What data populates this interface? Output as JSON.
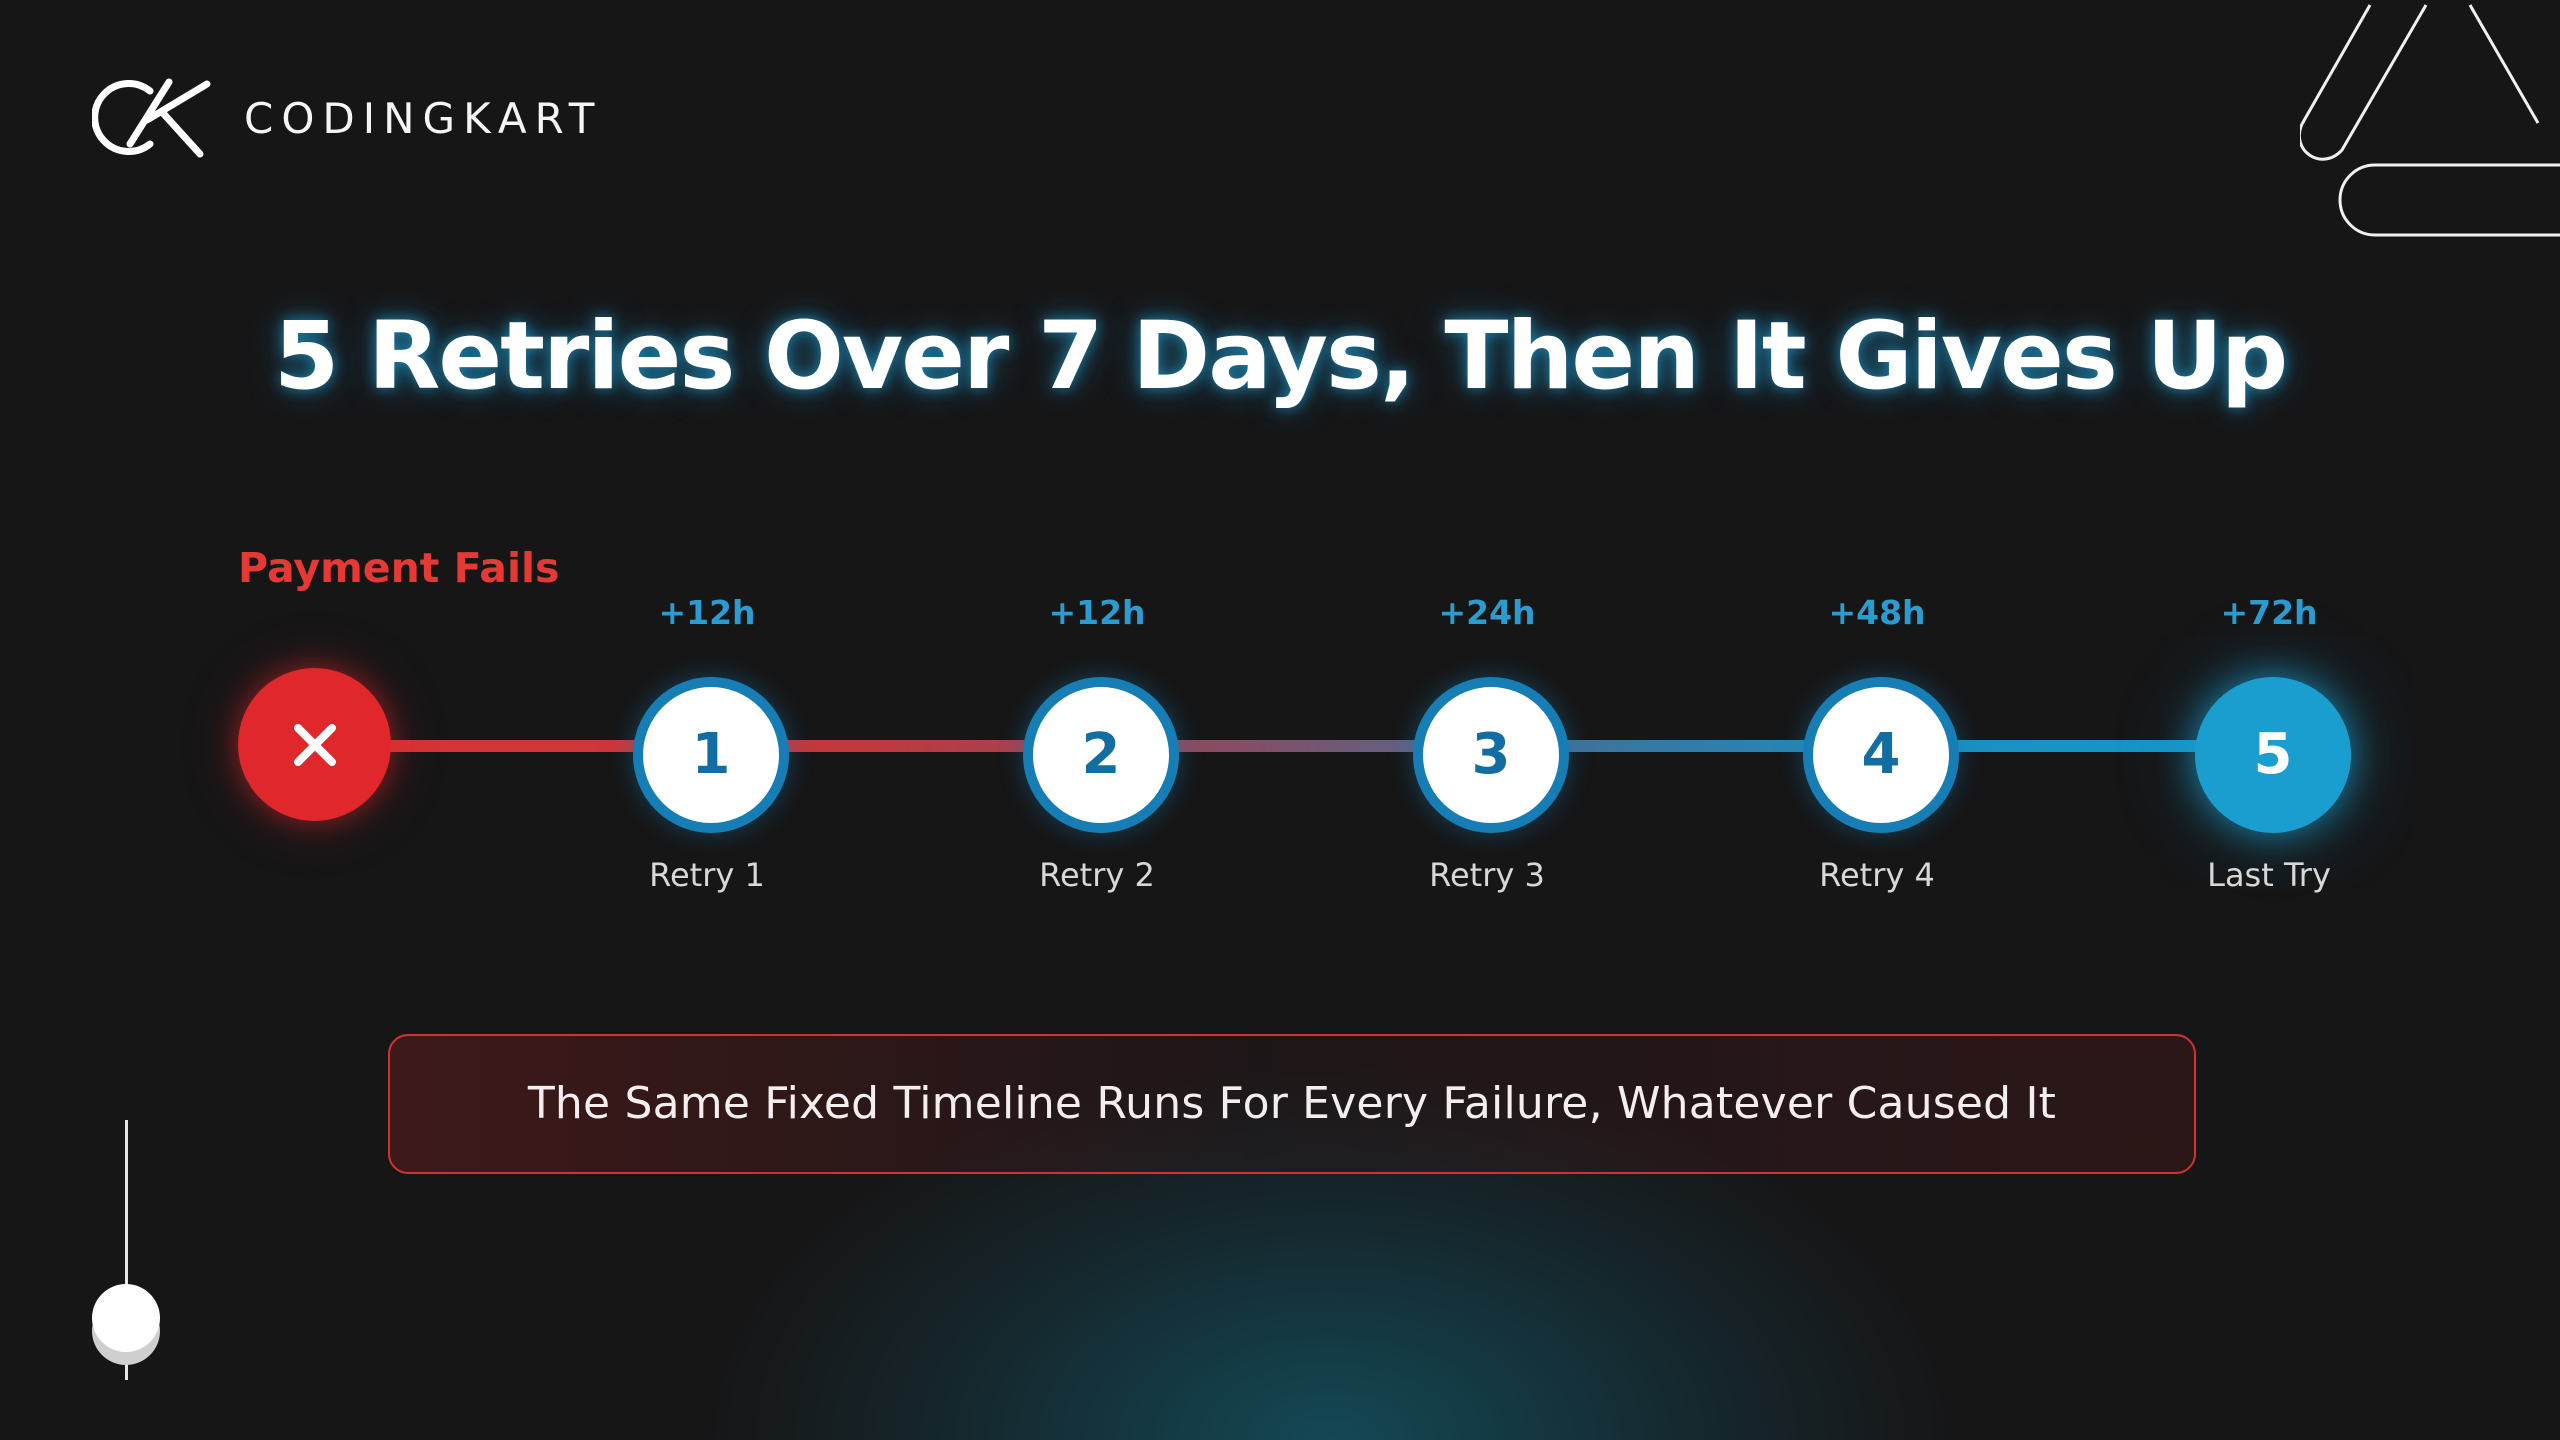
{
  "brand": {
    "name": "CODINGKART",
    "logo_icon": "codingkart-logo-icon"
  },
  "decoration": {
    "corner_icon": "outline-triangle-pill-icon",
    "slider_icon": "vertical-slider-icon"
  },
  "title": "5 Retries Over 7 Days, Then It Gives Up",
  "timeline": {
    "start": {
      "label": "Payment Fails",
      "icon": "close-icon",
      "color": "#e0272b"
    },
    "steps": [
      {
        "delay": "+12h",
        "number": "1",
        "label": "Retry 1"
      },
      {
        "delay": "+12h",
        "number": "2",
        "label": "Retry 2"
      },
      {
        "delay": "+24h",
        "number": "3",
        "label": "Retry 3"
      },
      {
        "delay": "+48h",
        "number": "4",
        "label": "Retry 4"
      },
      {
        "delay": "+72h",
        "number": "5",
        "label": "Last Try"
      }
    ],
    "colors": {
      "failure": "#e0272b",
      "retry_ring": "#167eb5",
      "last_try": "#1a9ed0",
      "delay_text": "#2b9cd0"
    }
  },
  "summary": {
    "text": "The Same Fixed Timeline Runs For Every Failure, Whatever Caused It",
    "border_color": "#d03333"
  }
}
